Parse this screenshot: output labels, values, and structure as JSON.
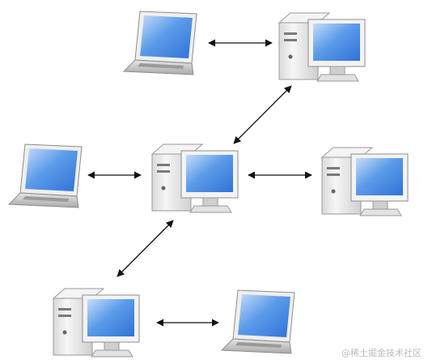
{
  "watermark": "@稀土掘金技术社区",
  "nodes": [
    {
      "id": "laptop-top",
      "kind": "laptop"
    },
    {
      "id": "desktop-top",
      "kind": "desktop"
    },
    {
      "id": "laptop-left",
      "kind": "laptop"
    },
    {
      "id": "desktop-center",
      "kind": "desktop"
    },
    {
      "id": "desktop-right",
      "kind": "desktop"
    },
    {
      "id": "desktop-bottom",
      "kind": "desktop"
    },
    {
      "id": "laptop-bottom",
      "kind": "laptop"
    }
  ],
  "links": [
    {
      "from": "laptop-top",
      "to": "desktop-top",
      "bidirectional": true
    },
    {
      "from": "desktop-top",
      "to": "desktop-center",
      "bidirectional": true
    },
    {
      "from": "laptop-left",
      "to": "desktop-center",
      "bidirectional": true
    },
    {
      "from": "desktop-center",
      "to": "desktop-right",
      "bidirectional": true
    },
    {
      "from": "desktop-center",
      "to": "desktop-bottom",
      "bidirectional": true
    },
    {
      "from": "desktop-bottom",
      "to": "laptop-bottom",
      "bidirectional": true
    }
  ],
  "colors": {
    "screen": "#4d8fe8",
    "screen_light": "#bcd6f7",
    "bezel": "#f2f2f2",
    "body": "#e9e9e9",
    "body_shadow": "#b9b9b9",
    "arrow": "#111111"
  }
}
